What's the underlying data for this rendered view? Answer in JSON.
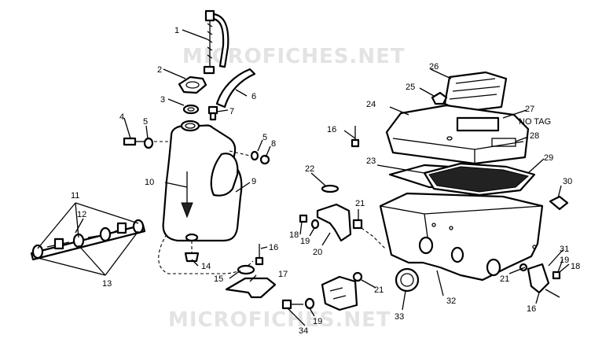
{
  "watermark": "MICROFICHES.NET",
  "callouts": {
    "c1": "1",
    "c2": "2",
    "c3": "3",
    "c4": "4",
    "c5a": "5",
    "c5b": "5",
    "c6": "6",
    "c7": "7",
    "c8": "8",
    "c9": "9",
    "c10": "10",
    "c11": "11",
    "c12": "12",
    "c13": "13",
    "c14": "14",
    "c15": "15",
    "c16a": "16",
    "c16b": "16",
    "c16c": "16",
    "c17": "17",
    "c18a": "18",
    "c18b": "18",
    "c19a": "19",
    "c19b": "19",
    "c19c": "19",
    "c20": "20",
    "c21a": "21",
    "c21b": "21",
    "c21c": "21",
    "c22": "22",
    "c23": "23",
    "c24": "24",
    "c25": "25",
    "c26": "26",
    "c27": "27",
    "c28": "28",
    "c29": "29",
    "c30": "30",
    "c31": "31",
    "c32": "32",
    "c33": "33",
    "c34": "34",
    "notag": "NO TAG"
  }
}
